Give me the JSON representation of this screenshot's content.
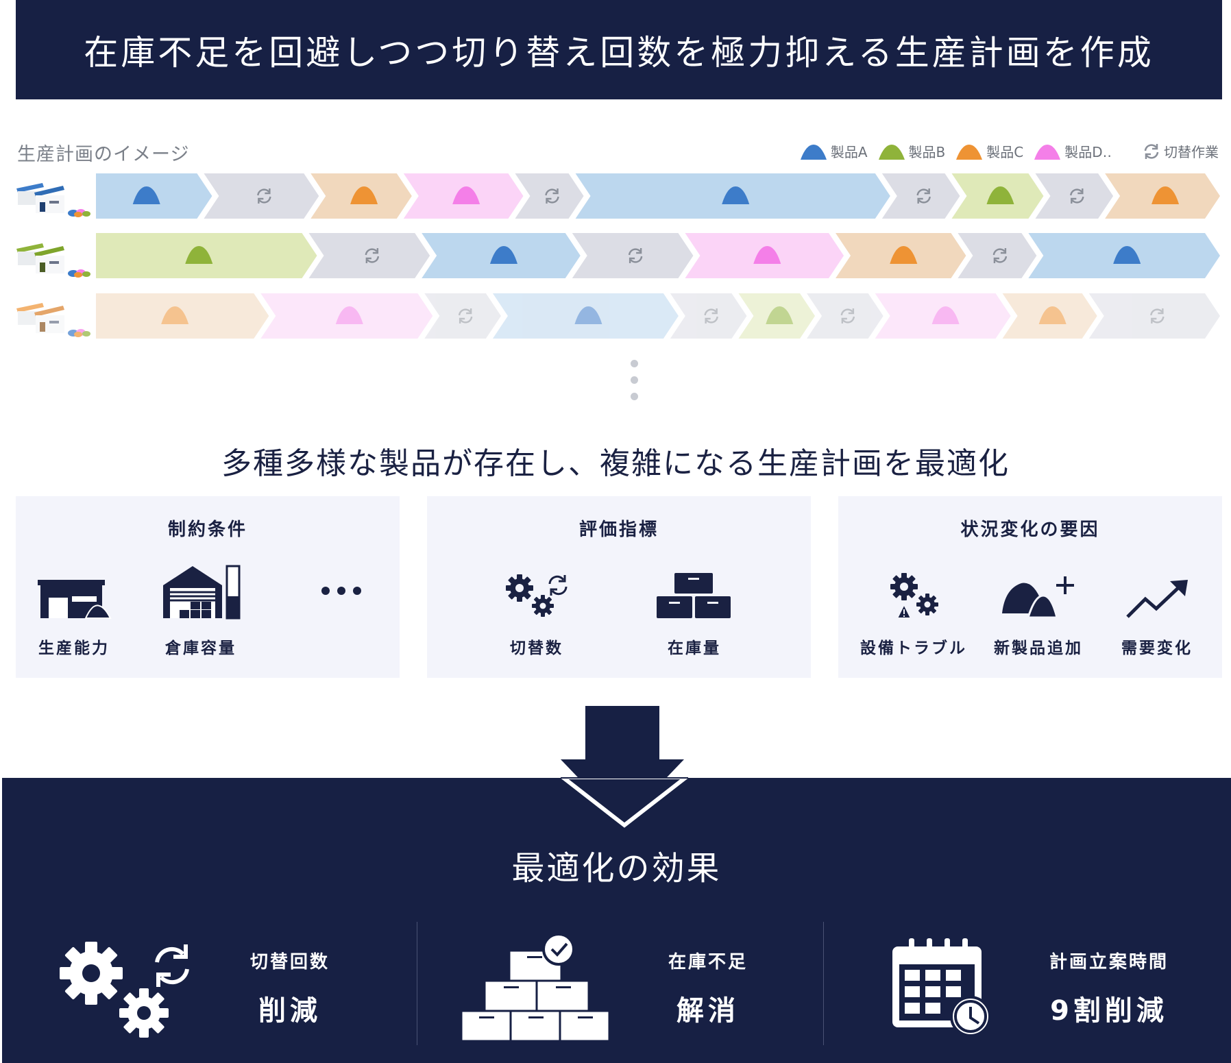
{
  "header": {
    "title": "在庫不足を回避しつつ切り替え回数を極力抑える生産計画を作成"
  },
  "plan": {
    "caption": "生産計画のイメージ",
    "legend": [
      {
        "label": "製品A",
        "color": "#3d7cc9"
      },
      {
        "label": "製品B",
        "color": "#8fb33a"
      },
      {
        "label": "製品C",
        "color": "#ee9334"
      },
      {
        "label": "製品D‥",
        "color": "#f47fe8"
      },
      {
        "label": "切替作業",
        "color": "#8a8f99"
      }
    ],
    "product_colors": {
      "A": {
        "fill": "#bcd7ee",
        "mark": "#3d7cc9"
      },
      "B": {
        "fill": "#dfe9b8",
        "mark": "#8fb33a"
      },
      "C": {
        "fill": "#f1d8bd",
        "mark": "#ee9334"
      },
      "D": {
        "fill": "#fbd4f7",
        "mark": "#f47fe8"
      },
      "S": {
        "fill": "#dcdde5",
        "mark": "#8a8f99"
      }
    },
    "lines": [
      {
        "factory_color": "#3d7cc9",
        "faded": false,
        "segments": [
          "A",
          "S",
          "C",
          "D",
          "S",
          "A",
          "S",
          "B",
          "S",
          "C"
        ],
        "weights": [
          1.25,
          1.15,
          1.0,
          1.2,
          0.65,
          3.3,
          0.75,
          0.9,
          0.75,
          1.15
        ]
      },
      {
        "factory_color": "#8fb33a",
        "faded": false,
        "segments": [
          "B",
          "S",
          "A",
          "S",
          "D",
          "C",
          "S",
          "A"
        ],
        "weights": [
          2.35,
          1.2,
          1.6,
          1.2,
          1.6,
          1.3,
          0.75,
          1.95
        ]
      },
      {
        "factory_color": "#ee9334",
        "faded": true,
        "segments": [
          "C",
          "D",
          "S",
          "A",
          "S",
          "B",
          "S",
          "D",
          "C",
          "S"
        ],
        "weights": [
          1.9,
          1.8,
          0.75,
          1.95,
          0.75,
          0.75,
          0.75,
          1.4,
          0.95,
          1.35
        ]
      }
    ]
  },
  "optimize": {
    "title": "多種多様な製品が存在し、複雑になる生産計画を最適化",
    "cards": [
      {
        "title": "制約条件",
        "items": [
          {
            "icon": "factory-icon",
            "label": "生産能力"
          },
          {
            "icon": "warehouse-icon",
            "label": "倉庫容量"
          },
          {
            "icon": "ellipsis-icon",
            "label": ""
          }
        ]
      },
      {
        "title": "評価指標",
        "items": [
          {
            "icon": "gears-switch-icon",
            "label": "切替数"
          },
          {
            "icon": "boxes-icon",
            "label": "在庫量"
          }
        ]
      },
      {
        "title": "状況変化の要因",
        "items": [
          {
            "icon": "gear-warning-icon",
            "label": "設備トラブル"
          },
          {
            "icon": "new-product-icon",
            "label": "新製品追加"
          },
          {
            "icon": "trend-up-icon",
            "label": "需要変化"
          }
        ]
      }
    ]
  },
  "result": {
    "title": "最適化の効果",
    "effects": [
      {
        "icon": "gears-switch-icon",
        "top": "切替回数",
        "big": "削減"
      },
      {
        "icon": "boxes-check-icon",
        "top": "在庫不足",
        "big": "解消"
      },
      {
        "icon": "calendar-clock-icon",
        "top": "計画立案時間",
        "big": "9割削減"
      }
    ]
  },
  "colors": {
    "navy": "#172044",
    "card_bg": "#f3f4fb"
  }
}
